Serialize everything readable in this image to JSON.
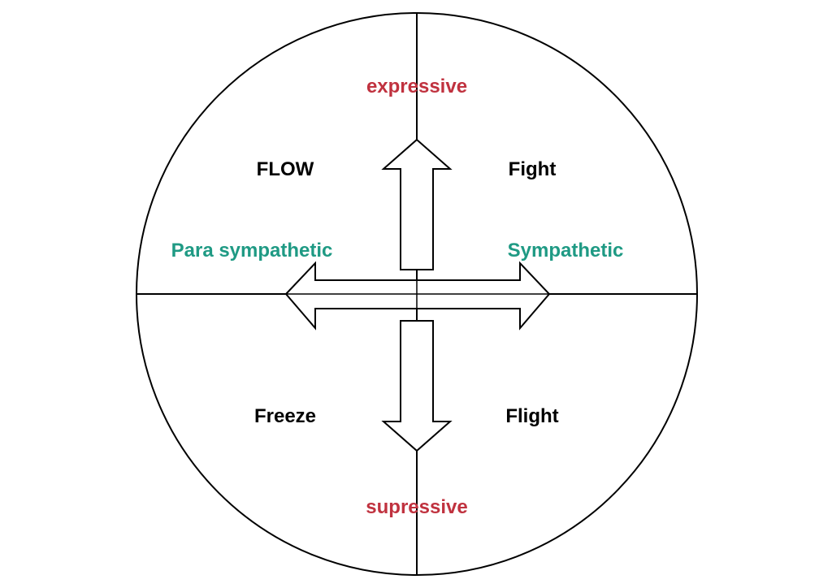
{
  "quadrants": {
    "top_left": "FLOW",
    "top_right": "Fight",
    "bottom_left": "Freeze",
    "bottom_right": "Flight"
  },
  "axes": {
    "top": "expressive",
    "bottom": "supressive",
    "left": "Para sympathetic",
    "right": "Sympathetic"
  },
  "colors": {
    "vertical_axis_label": "#c0323f",
    "horizontal_axis_label": "#1f9a84",
    "quadrant_label": "#000000",
    "stroke": "#000000"
  }
}
